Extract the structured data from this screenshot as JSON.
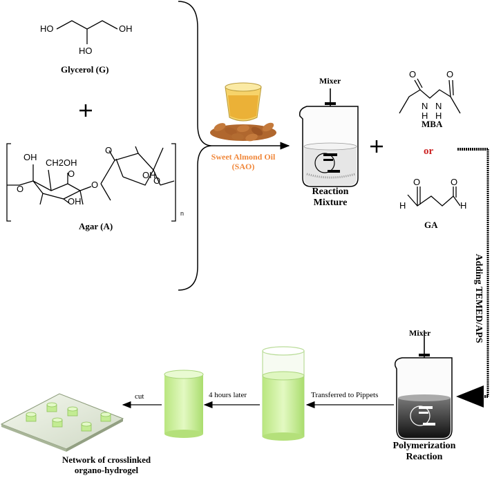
{
  "glycerol": {
    "atoms": [
      "HO",
      "OH",
      "HO"
    ],
    "label": "Glycerol (G)"
  },
  "plus_sign": "+",
  "agar": {
    "atoms": [
      "OH",
      "CH2OH",
      "O",
      "O",
      "OH",
      "O",
      "O",
      "OH",
      "O"
    ],
    "repeat_unit": "n",
    "label": "Agar (A)"
  },
  "almond_oil": {
    "label_line1": "Sweet Almond Oil",
    "label_line2": "(SAO)",
    "color": "#f0873a"
  },
  "reaction_mixture": {
    "mixer_label": "Mixer",
    "label_line1": "Reaction",
    "label_line2": "Mixture"
  },
  "crosslinkers": {
    "mba": {
      "atoms": [
        "O",
        "O",
        "N",
        "H",
        "N",
        "H"
      ],
      "label": "MBA"
    },
    "or_text": "or",
    "or_color": "#cc2222",
    "ga": {
      "atoms": [
        "O",
        "O",
        "H",
        "H"
      ],
      "label": "GA"
    }
  },
  "adding_step": "Adding TEMED/APS",
  "polymerization": {
    "mixer_label": "Mixer",
    "label_line1": "Polymerization",
    "label_line2": "Reaction"
  },
  "steps": {
    "transfer": "Transferred to Pippets",
    "wait": "4 hours later",
    "cut": "cut"
  },
  "result": {
    "label_line1": "Network of crosslinked",
    "label_line2": "organo-hydrogel"
  },
  "colors": {
    "gel": "#c8ef9a",
    "gel_dark": "#9fd663",
    "liquid_light": "#e9e9e9",
    "liquid_dark": "#333333"
  }
}
